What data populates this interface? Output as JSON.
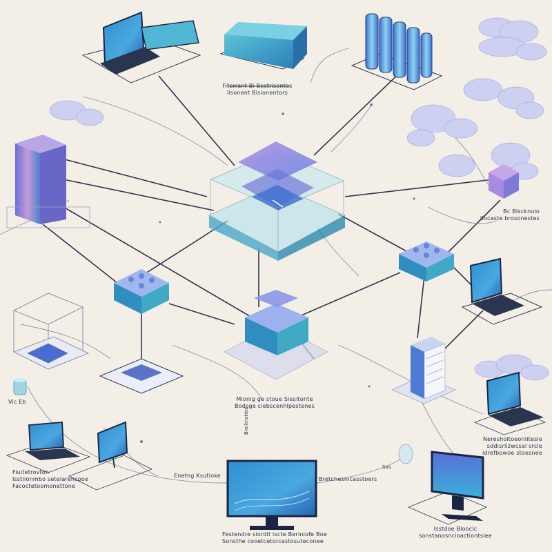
{
  "colors": {
    "background": "#f4efe6",
    "line_dark": "#2a3550",
    "line_light": "#8a93ad",
    "teal": "#3fa9c6",
    "teal_dark": "#1e7f9e",
    "blue": "#3f6fc8",
    "violet": "#a58be0",
    "cloud": "#b7b8ec"
  },
  "labels": {
    "top_center": [
      "Fiterrant Bi Bestrisentes",
      "lisonent Bisionentors"
    ],
    "right_mid": [
      "Bc Blscknolo",
      "Ilocaste brosonestes"
    ],
    "left_small": "Vic Eb",
    "center_bottom": [
      "Mionig ge stoue Siesitonte",
      "Bodsge ciebscenhlpestenes"
    ],
    "vertical_center": "Bieilinsties",
    "left_bottom": [
      "Fiuitetrovton",
      "Isstiionmbo setelarehcooe",
      "Facoctetoomonettone"
    ],
    "bottom_left_mid": "Enetng Ksutioke",
    "bottom_right_mid": "Bretchesnicasstoers",
    "right_lower": [
      "Neresholtoeonlitesle",
      "sddisrlizwcsal srcle",
      "idrefbowoe stoesnee"
    ],
    "bottom_center": [
      "Festendre siordit iscte Beriniofe Boe",
      "Sonsthe cooetcetorcastosuteconee"
    ],
    "bottom_right": [
      "Isstdoe Blooclc",
      "sonstanosncioactiontsiee"
    ],
    "bubble": "Sas"
  }
}
